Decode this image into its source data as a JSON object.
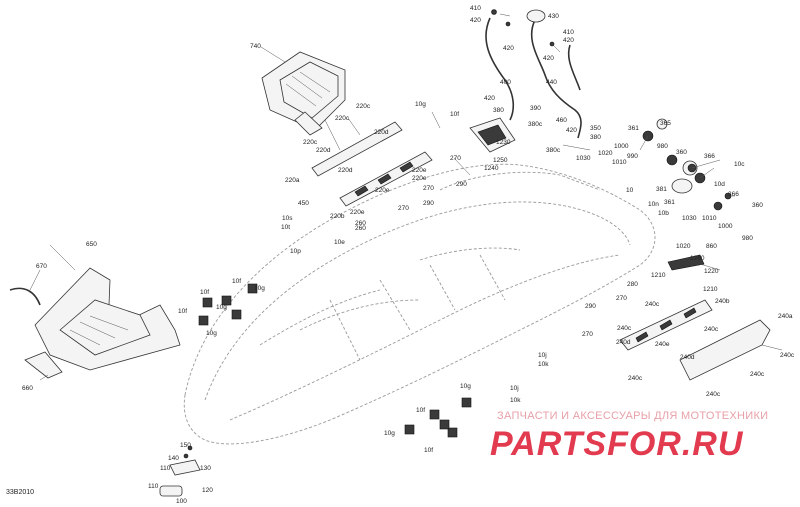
{
  "diagram_id": "33B2010",
  "watermark": {
    "tagline": "ЗАПЧАСТИ И АКСЕССУАРЫ ДЛЯ МОТОТЕХНИКИ",
    "logo": "PARTSFOR.RU"
  },
  "callouts": [
    {
      "id": "c1",
      "text": "410"
    },
    {
      "id": "c2",
      "text": "420"
    },
    {
      "id": "c3",
      "text": "430"
    },
    {
      "id": "c4",
      "text": "410"
    },
    {
      "id": "c5",
      "text": "420"
    },
    {
      "id": "c6",
      "text": "420"
    },
    {
      "id": "c7",
      "text": "420"
    },
    {
      "id": "c8",
      "text": "400"
    },
    {
      "id": "c9",
      "text": "440"
    },
    {
      "id": "c10",
      "text": "460"
    },
    {
      "id": "c11",
      "text": "420"
    },
    {
      "id": "c12",
      "text": "390"
    },
    {
      "id": "c13",
      "text": "380"
    },
    {
      "id": "c14",
      "text": "380c"
    },
    {
      "id": "c15",
      "text": "350"
    },
    {
      "id": "c16",
      "text": "420"
    },
    {
      "id": "c17",
      "text": "380"
    },
    {
      "id": "c18",
      "text": "380c"
    },
    {
      "id": "c19",
      "text": "1230"
    },
    {
      "id": "c20",
      "text": "1250"
    },
    {
      "id": "c21",
      "text": "1240"
    },
    {
      "id": "c22",
      "text": "740"
    },
    {
      "id": "c23",
      "text": "10g"
    },
    {
      "id": "c24",
      "text": "10f"
    },
    {
      "id": "c25",
      "text": "220c"
    },
    {
      "id": "c26",
      "text": "220c"
    },
    {
      "id": "c27",
      "text": "220d"
    },
    {
      "id": "c28",
      "text": "220c"
    },
    {
      "id": "c29",
      "text": "220d"
    },
    {
      "id": "c30",
      "text": "220a"
    },
    {
      "id": "c31",
      "text": "220d"
    },
    {
      "id": "c32",
      "text": "220e"
    },
    {
      "id": "c33",
      "text": "220e"
    },
    {
      "id": "c34",
      "text": "220e"
    },
    {
      "id": "c35",
      "text": "220b"
    },
    {
      "id": "c36",
      "text": "220e"
    },
    {
      "id": "c37",
      "text": "270"
    },
    {
      "id": "c38",
      "text": "270"
    },
    {
      "id": "c39",
      "text": "270"
    },
    {
      "id": "c40",
      "text": "290"
    },
    {
      "id": "c41",
      "text": "290"
    },
    {
      "id": "c42",
      "text": "260"
    },
    {
      "id": "c43",
      "text": "450"
    },
    {
      "id": "c44",
      "text": "10s"
    },
    {
      "id": "c45",
      "text": "10t"
    },
    {
      "id": "c46",
      "text": "10e"
    },
    {
      "id": "c47",
      "text": "10p"
    },
    {
      "id": "c48",
      "text": "361"
    },
    {
      "id": "c49",
      "text": "365"
    },
    {
      "id": "c50",
      "text": "980"
    },
    {
      "id": "c51",
      "text": "360"
    },
    {
      "id": "c52",
      "text": "366"
    },
    {
      "id": "c53",
      "text": "10c"
    },
    {
      "id": "c54",
      "text": "10d"
    },
    {
      "id": "c55",
      "text": "381"
    },
    {
      "id": "c56",
      "text": "361"
    },
    {
      "id": "c57",
      "text": "366"
    },
    {
      "id": "c58",
      "text": "360"
    },
    {
      "id": "c59",
      "text": "10n"
    },
    {
      "id": "c60",
      "text": "10b"
    },
    {
      "id": "c61",
      "text": "1030"
    },
    {
      "id": "c62",
      "text": "1020"
    },
    {
      "id": "c63",
      "text": "1000"
    },
    {
      "id": "c64",
      "text": "990"
    },
    {
      "id": "c65",
      "text": "1010"
    },
    {
      "id": "c66",
      "text": "10"
    },
    {
      "id": "c67",
      "text": "1030"
    },
    {
      "id": "c68",
      "text": "1010"
    },
    {
      "id": "c69",
      "text": "1000"
    },
    {
      "id": "c70",
      "text": "980"
    },
    {
      "id": "c71",
      "text": "860"
    },
    {
      "id": "c72",
      "text": "1020"
    },
    {
      "id": "c73",
      "text": "1260"
    },
    {
      "id": "c74",
      "text": "1220"
    },
    {
      "id": "c75",
      "text": "1210"
    },
    {
      "id": "c76",
      "text": "1210"
    },
    {
      "id": "c77",
      "text": "280"
    },
    {
      "id": "c78",
      "text": "270"
    },
    {
      "id": "c79",
      "text": "290"
    },
    {
      "id": "c80",
      "text": "240c"
    },
    {
      "id": "c81",
      "text": "240b"
    },
    {
      "id": "c82",
      "text": "240a"
    },
    {
      "id": "c83",
      "text": "270"
    },
    {
      "id": "c84",
      "text": "240c"
    },
    {
      "id": "c85",
      "text": "240d"
    },
    {
      "id": "c86",
      "text": "240e"
    },
    {
      "id": "c87",
      "text": "240c"
    },
    {
      "id": "c88",
      "text": "240c"
    },
    {
      "id": "c89",
      "text": "240d"
    },
    {
      "id": "c90",
      "text": "240c"
    },
    {
      "id": "c91",
      "text": "240c"
    },
    {
      "id": "c92",
      "text": "240c"
    },
    {
      "id": "c93",
      "text": "650"
    },
    {
      "id": "c94",
      "text": "670"
    },
    {
      "id": "c95",
      "text": "660"
    },
    {
      "id": "c96",
      "text": "10f"
    },
    {
      "id": "c97",
      "text": "10g"
    },
    {
      "id": "c98",
      "text": "10f"
    },
    {
      "id": "c99",
      "text": "10g"
    },
    {
      "id": "c100",
      "text": "10f"
    },
    {
      "id": "c101",
      "text": "10g"
    },
    {
      "id": "c102",
      "text": "10j"
    },
    {
      "id": "c103",
      "text": "10k"
    },
    {
      "id": "c104",
      "text": "10g"
    },
    {
      "id": "c105",
      "text": "10j"
    },
    {
      "id": "c106",
      "text": "10k"
    },
    {
      "id": "c107",
      "text": "10g"
    },
    {
      "id": "c108",
      "text": "10f"
    },
    {
      "id": "c109",
      "text": "10f"
    },
    {
      "id": "c110",
      "text": "150"
    },
    {
      "id": "c111",
      "text": "140"
    },
    {
      "id": "c112",
      "text": "130"
    },
    {
      "id": "c113",
      "text": "110"
    },
    {
      "id": "c114",
      "text": "120"
    },
    {
      "id": "c115",
      "text": "110"
    },
    {
      "id": "c116",
      "text": "100"
    },
    {
      "id": "c117",
      "text": "260"
    }
  ]
}
